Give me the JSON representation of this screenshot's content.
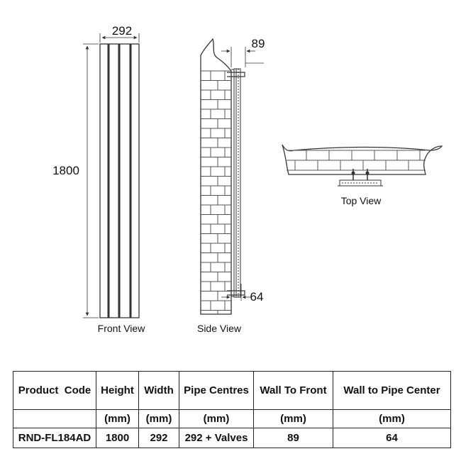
{
  "dimensions": {
    "width": "292",
    "height": "1800",
    "wall_to_front": "89",
    "wall_to_pipe": "64"
  },
  "view_labels": {
    "front": "Front View",
    "side": "Side View",
    "top": "Top View"
  },
  "table": {
    "headers": [
      "Product  Code",
      "Height",
      "Width",
      "Pipe Centres",
      "Wall To Front",
      "Wall to Pipe Center"
    ],
    "units": [
      "",
      "(mm)",
      "(mm)",
      "(mm)",
      "(mm)",
      "(mm)"
    ],
    "rows": [
      [
        "RND-FL184AD",
        "1800",
        "292",
        "292 + Valves",
        "89",
        "64"
      ]
    ]
  }
}
